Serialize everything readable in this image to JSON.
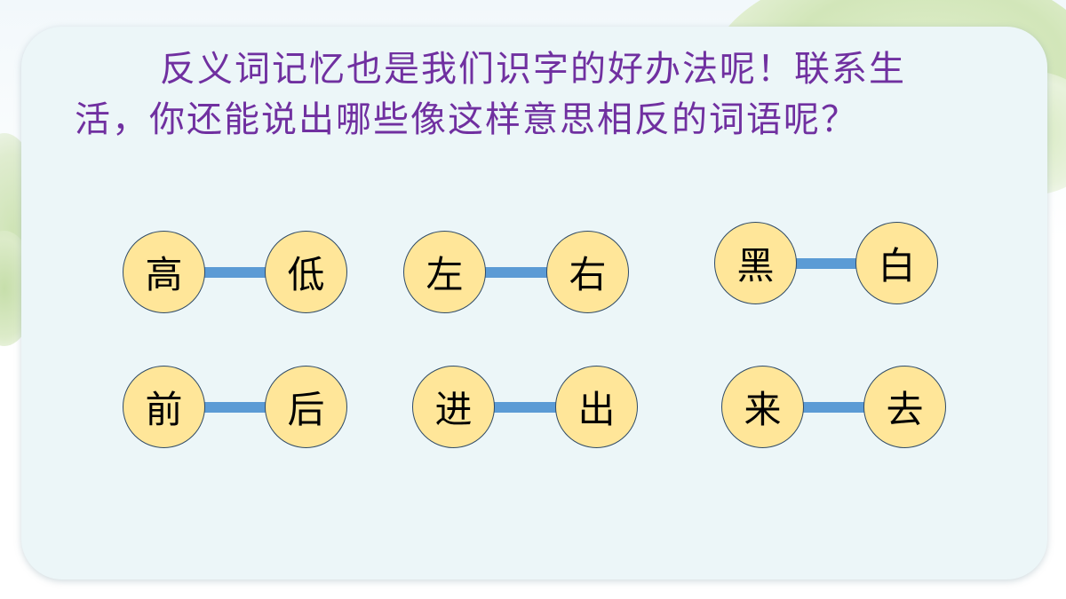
{
  "question": "反义词记忆也是我们识字的好办法呢！联系生活，你还能说出哪些像这样意思相反的词语呢？",
  "pairs": [
    {
      "left": "高",
      "right": "低"
    },
    {
      "left": "左",
      "right": "右"
    },
    {
      "left": "黑",
      "right": "白"
    },
    {
      "left": "前",
      "right": "后"
    },
    {
      "left": "进",
      "right": "出"
    },
    {
      "left": "来",
      "right": "去"
    }
  ],
  "colors": {
    "question_text": "#7030a0",
    "node_fill": "#ffe699",
    "connector": "#5b9bd5",
    "card_background": "#ecf6f8"
  }
}
